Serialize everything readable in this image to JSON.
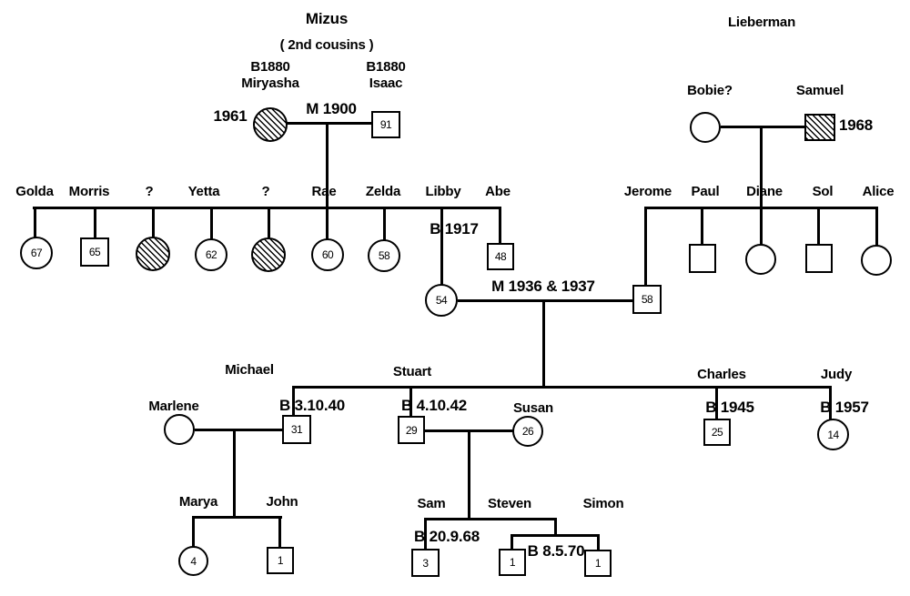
{
  "figure": {
    "families": {
      "mizus": {
        "title": "Mizus",
        "subtitle": "( 2nd  cousins )"
      },
      "lieberman": {
        "title": "Lieberman"
      }
    },
    "marriages": {
      "miryasha_isaac": "M 1900",
      "libby_jerome": "M 1936  &  1937"
    },
    "people": {
      "miryasha": {
        "name": "Miryasha",
        "birth": "B1880",
        "death": "1961"
      },
      "isaac": {
        "name": "Isaac",
        "birth": "B1880",
        "age": "91"
      },
      "bobie": {
        "name": "Bobie?"
      },
      "samuel": {
        "name": "Samuel",
        "death": "1968"
      },
      "golda": {
        "name": "Golda",
        "age": "67"
      },
      "morris": {
        "name": "Morris",
        "age": "65"
      },
      "unknown1": {
        "name": "?"
      },
      "yetta": {
        "name": "Yetta",
        "age": "62"
      },
      "unknown2": {
        "name": "?"
      },
      "rae": {
        "name": "Rae",
        "age": "60"
      },
      "zelda": {
        "name": "Zelda",
        "age": "58"
      },
      "libby": {
        "name": "Libby",
        "birth": "B 1917",
        "age": "54"
      },
      "abe": {
        "name": "Abe",
        "age": "48"
      },
      "jerome": {
        "name": "Jerome",
        "age": "58"
      },
      "paul": {
        "name": "Paul"
      },
      "diane": {
        "name": "Diane"
      },
      "sol": {
        "name": "Sol"
      },
      "alice": {
        "name": "Alice"
      },
      "marlene": {
        "name": "Marlene"
      },
      "michael": {
        "name": "Michael",
        "birth": "B 3.10.40",
        "age": "31"
      },
      "stuart": {
        "name": "Stuart",
        "birth": "B 4.10.42",
        "age": "29"
      },
      "susan": {
        "name": "Susan",
        "age": "26"
      },
      "charles": {
        "name": "Charles",
        "birth": "B 1945",
        "age": "25"
      },
      "judy": {
        "name": "Judy",
        "birth": "B 1957",
        "age": "14"
      },
      "marya": {
        "name": "Marya",
        "age": "4"
      },
      "john": {
        "name": "John",
        "age": "1"
      },
      "sam": {
        "name": "Sam",
        "birth": "B 20.9.68",
        "age": "3"
      },
      "steven": {
        "name": "Steven",
        "age": "1"
      },
      "simon": {
        "name": "Simon",
        "age": "1"
      }
    },
    "twins": {
      "birth": "B 8.5.70"
    }
  }
}
